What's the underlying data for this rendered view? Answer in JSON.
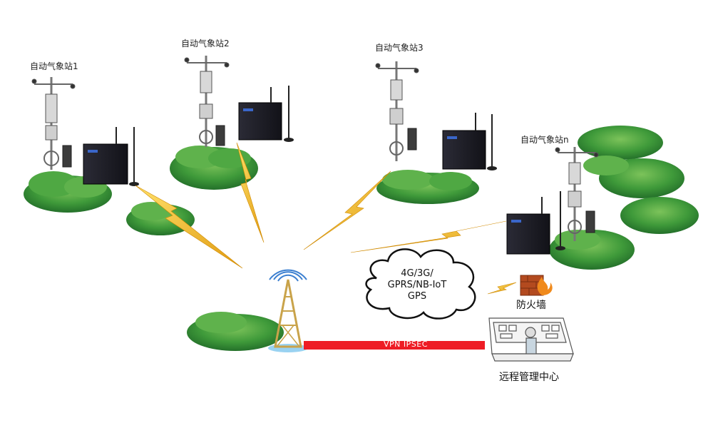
{
  "stations": [
    {
      "label": "自动气象站1"
    },
    {
      "label": "自动气象站2"
    },
    {
      "label": "自动气象站3"
    },
    {
      "label": "自动气象站n"
    }
  ],
  "cloud": {
    "line1": "4G/3G/",
    "line2": "GPRS/NB-IoT",
    "line3": "GPS"
  },
  "link_label": "VPN   IPSEC",
  "firewall_label": "防火墙",
  "center_label": "远程管理中心",
  "colors": {
    "hill": "#3f9a3a",
    "hill_dark": "#2c7a2c",
    "lightning": "#f2b21f",
    "vpn_bar": "#ee1c25",
    "tower": "#c9a34a",
    "router": "#1a1a22"
  }
}
